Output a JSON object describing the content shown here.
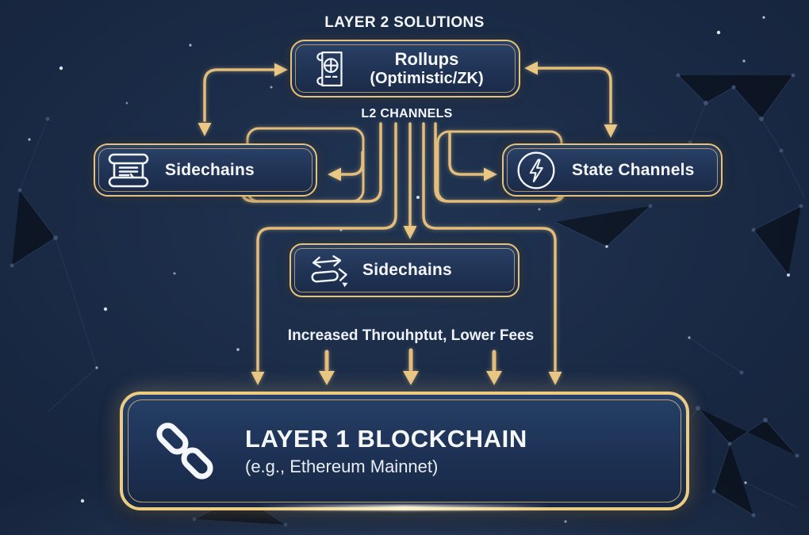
{
  "diagram": {
    "title": "LAYER 2 SOLUTIONS",
    "labels": {
      "l2_channels": "L2 CHANNELS",
      "benefits": "Increased Throuhptut, Lower Fees"
    },
    "nodes": {
      "rollups": {
        "label": "Rollups",
        "sublabel": "(Optimistic/ZK)",
        "icon": "rollup-scroll-icon"
      },
      "sidechains_left": {
        "label": "Sidechains",
        "icon": "scroll-icon"
      },
      "state_channels": {
        "label": "State Channels",
        "icon": "lightning-circle-icon"
      },
      "sidechains_middle": {
        "label": "Sidechains",
        "icon": "swap-arrows-icon"
      },
      "layer1": {
        "label": "LAYER 1 BLOCKCHAIN",
        "sublabel": "(e.g., Ethereum Mainnet)",
        "icon": "chain-link-icon"
      }
    },
    "colors": {
      "accent_gold": "#e6c27c",
      "arrow_gold": "#eac884",
      "box_fill": "#22375a",
      "background": "#16233b",
      "text": "#f5f7fa"
    }
  }
}
